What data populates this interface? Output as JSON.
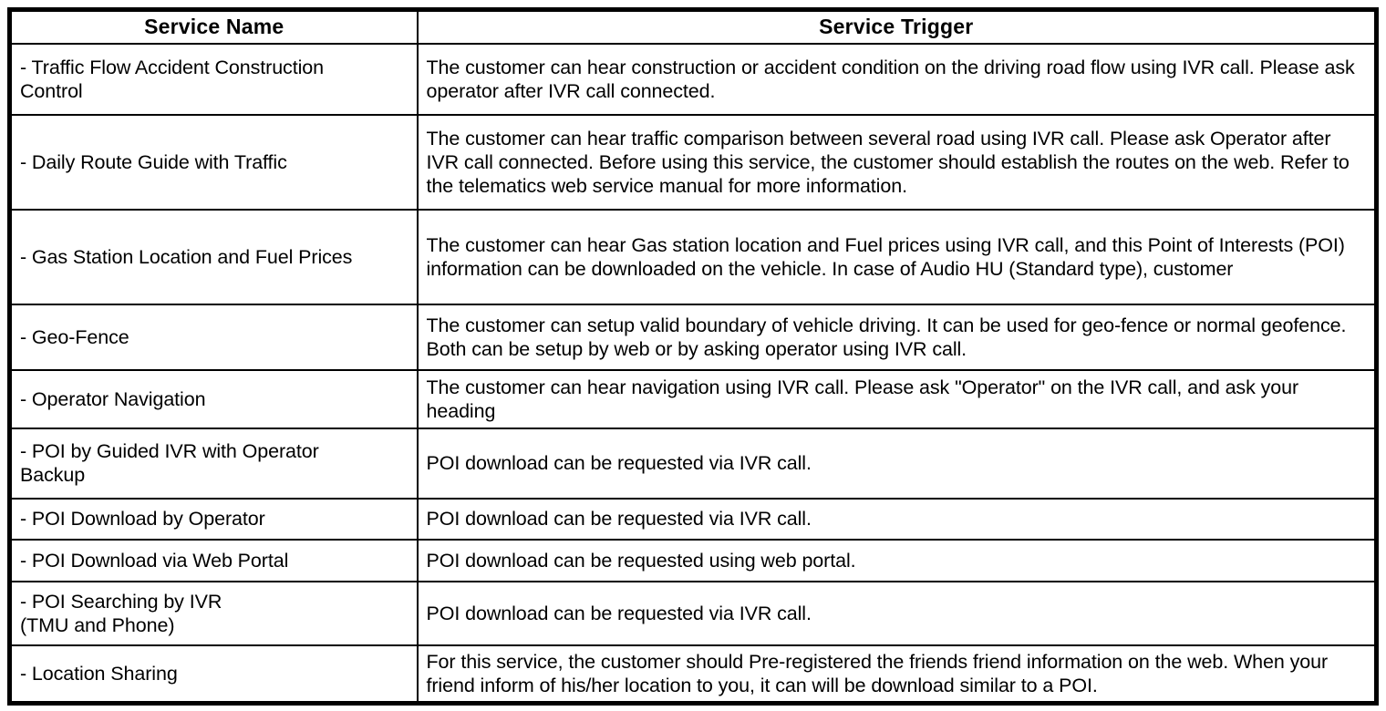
{
  "table": {
    "headers": [
      "Service Name",
      "Service Trigger"
    ],
    "rows": [
      {
        "name": "- Traffic Flow Accident Construction\nControl",
        "trigger": "The customer can hear construction or accident condition on the driving road flow using IVR call. Please ask operator after IVR call connected."
      },
      {
        "name": "- Daily Route Guide with Traffic",
        "trigger": "The customer can hear traffic comparison between several road using IVR call. Please ask Operator after IVR call connected. Before using this service, the customer should establish the routes on the web. Refer to the telematics web service manual for more information."
      },
      {
        "name": "- Gas Station Location and Fuel Prices",
        "trigger": "The customer can hear Gas station location and Fuel prices using IVR call, and this Point of Interests (POI) information can be downloaded on the vehicle. In case of Audio HU (Standard type), customer"
      },
      {
        "name": "- Geo-Fence",
        "trigger": "The customer can setup valid boundary of vehicle driving. It can be used for geo-fence or normal geofence. Both can be setup by web or by asking operator using IVR call."
      },
      {
        "name": "- Operator Navigation",
        "trigger": "The customer can hear navigation using IVR call. Please ask \"Operator\" on the IVR call, and ask your heading"
      },
      {
        "name": "- POI by Guided IVR with Operator\nBackup",
        "trigger": "POI download can be requested via IVR call."
      },
      {
        "name": "- POI Download by Operator",
        "trigger": "POI download can be requested via IVR call."
      },
      {
        "name": "- POI Download via Web Portal",
        "trigger": "POI download can be requested using web portal."
      },
      {
        "name": "- POI Searching by IVR\n(TMU and Phone)",
        "trigger": "POI download can be requested via IVR call."
      },
      {
        "name": "- Location Sharing",
        "trigger": "For this service, the customer should Pre-registered the friends friend information on the web. When your friend inform of his/her location to you, it can will be download similar to a POI."
      }
    ]
  }
}
